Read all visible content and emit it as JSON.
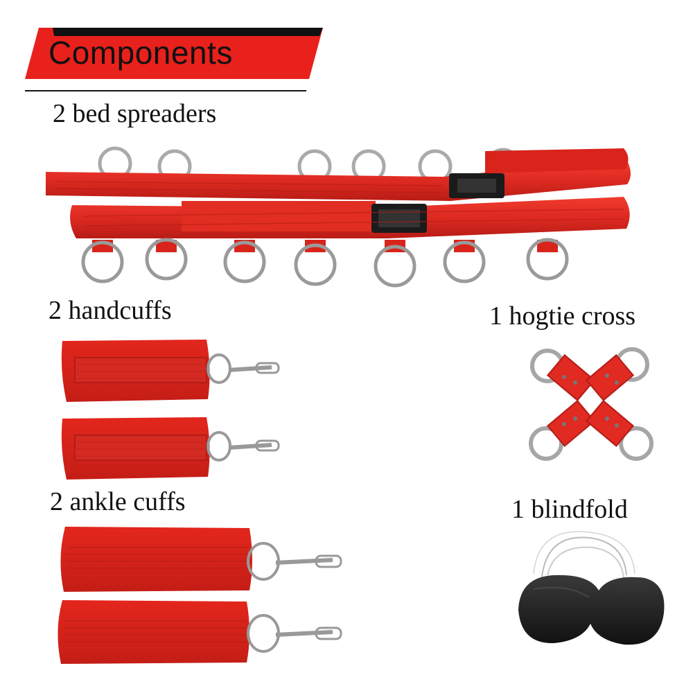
{
  "header": {
    "title": "Components"
  },
  "items": {
    "spreaders": "2 bed spreaders",
    "handcuffs": "2 handcuffs",
    "ankle_cuffs": "2 ankle cuffs",
    "hogtie": "1 hogtie cross",
    "blindfold": "1 blindfold"
  },
  "colors": {
    "accent": "#e8211c",
    "strap": "#dd2a21",
    "strap_dark": "#b81c15",
    "metal": "#b8b8b8",
    "blindfold": "#1c1c1c"
  }
}
